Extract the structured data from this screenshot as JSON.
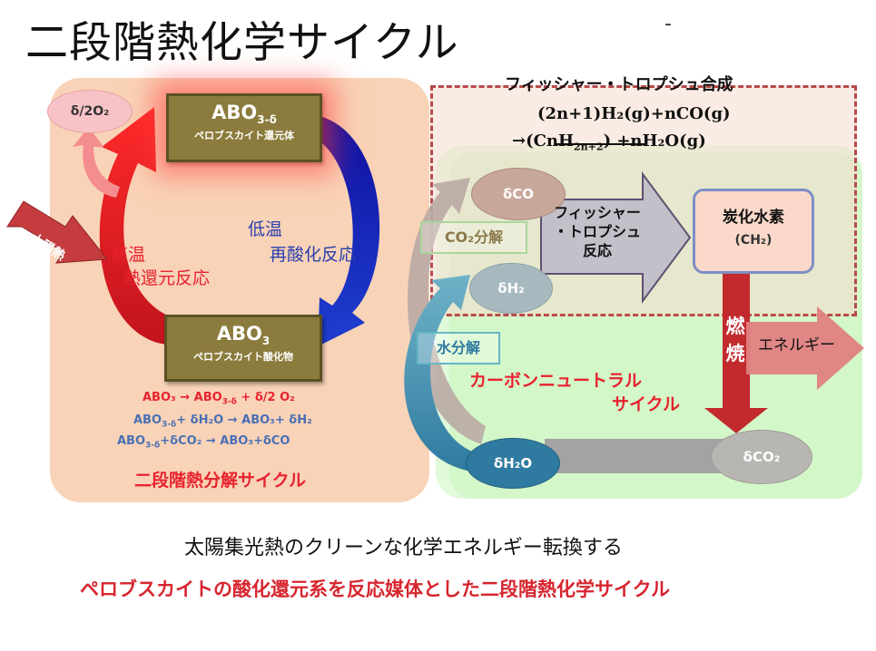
{
  "title": "二段階熱化学サイクル",
  "stray_mark": "-",
  "two_step_cycle": {
    "reduced_box": {
      "main_prefix": "ABO",
      "main_sub": "3-δ",
      "label": "ペロブスカイト還元体"
    },
    "oxide_box": {
      "main_prefix": "ABO",
      "main_sub": "3",
      "label": "ペロブスカイト酸化物"
    },
    "o2_ellipse": "δ/2O₂",
    "solar_heat_label": "太陽熱",
    "hot_reduction": [
      "高温",
      "熱還元反応"
    ],
    "low_temp_reoxidation": [
      "低温",
      "再酸化反応"
    ],
    "equations": [
      {
        "lead": "ABO₃ → ABO",
        "sub": "3-δ",
        "tail": " + δ/2 O₂",
        "color": "#e8222f"
      },
      {
        "lead": "ABO",
        "sub": "3-δ",
        "tail": "+ δH₂O → ABO₃+ δH₂",
        "color": "#4a6fb5"
      },
      {
        "lead": "ABO",
        "sub": "3-δ",
        "tail": "+δCO₂ → ABO₃+δCO",
        "color": "#4a6fb5"
      }
    ],
    "caption": "二段階熱分解サイクル"
  },
  "fischer_tropsch": {
    "title": "フィッシャー・トロプシュ合成",
    "equation_line1": "(2n+1)H₂(g)+nCO(g)",
    "equation_line2_prefix": "→(CnH",
    "equation_line2_sub": "2n+2",
    "equation_line2_suffix": ") +nH₂O(g)",
    "arrow_text": [
      "フィッシャー",
      "・トロプシュ",
      "反応"
    ],
    "hydrocarbon": {
      "title": "炭化水素",
      "formula": "(CH₂)"
    }
  },
  "nodes": {
    "co": "δCO",
    "h2": "δH₂",
    "h2o": "δH₂O",
    "co2": "δCO₂",
    "co2_split": "CO₂分解",
    "water_split": "水分解"
  },
  "burn_label": [
    "燃",
    "焼"
  ],
  "energy_label": "エネルギー",
  "carbon_neutral": [
    "カーボンニュートラル",
    "サイクル"
  ],
  "bottom_text": "太陽集光熱のクリーンな化学エネルギー転換する",
  "bottom_red_text": "ペロブスカイトの酸化還元系を反応媒体とした二段階熱化学サイクル",
  "colors": {
    "red_accent": "#e8222f",
    "blue_accent": "#2b3fae",
    "panel_peach": "#f9d3b7",
    "green_region": "#d3f7c9",
    "abo_box": "#8b7b3c"
  }
}
